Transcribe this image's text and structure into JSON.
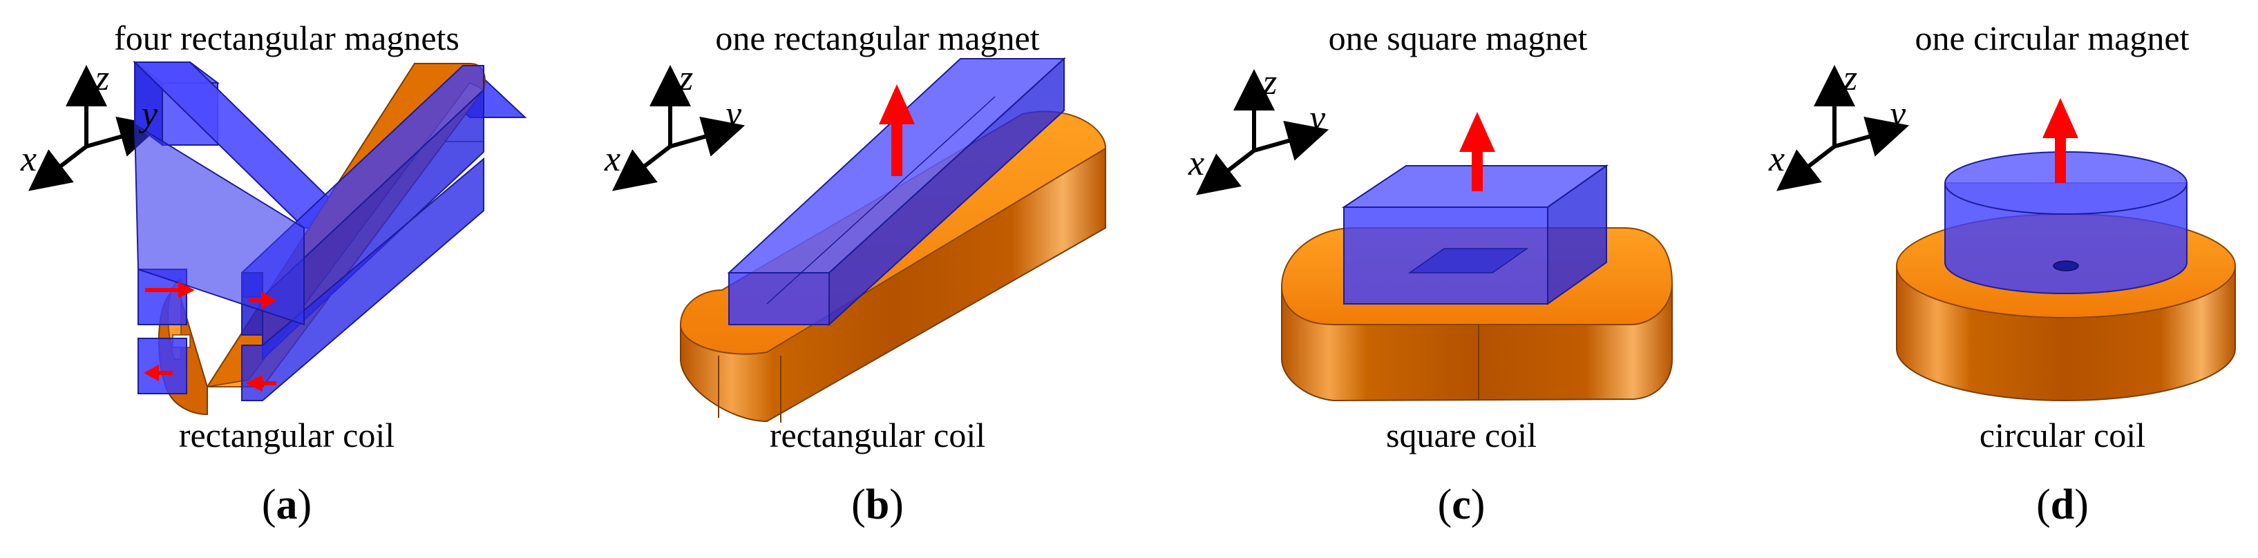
{
  "colors": {
    "magnet": "#3d3dff",
    "coil": "#f0850e",
    "arrow": "#ff0000",
    "axis": "#000000"
  },
  "axes": {
    "x": "x",
    "y": "y",
    "z": "z"
  },
  "panels": [
    {
      "id": "a",
      "top_label": "four rectangular magnets",
      "bottom_label": "rectangular coil",
      "caption_letter": "a"
    },
    {
      "id": "b",
      "top_label": "one rectangular magnet",
      "bottom_label": "rectangular coil",
      "caption_letter": "b"
    },
    {
      "id": "c",
      "top_label": "one square magnet",
      "bottom_label": "square coil",
      "caption_letter": "c"
    },
    {
      "id": "d",
      "top_label": "one circular magnet",
      "bottom_label": "circular coil",
      "caption_letter": "d"
    }
  ]
}
